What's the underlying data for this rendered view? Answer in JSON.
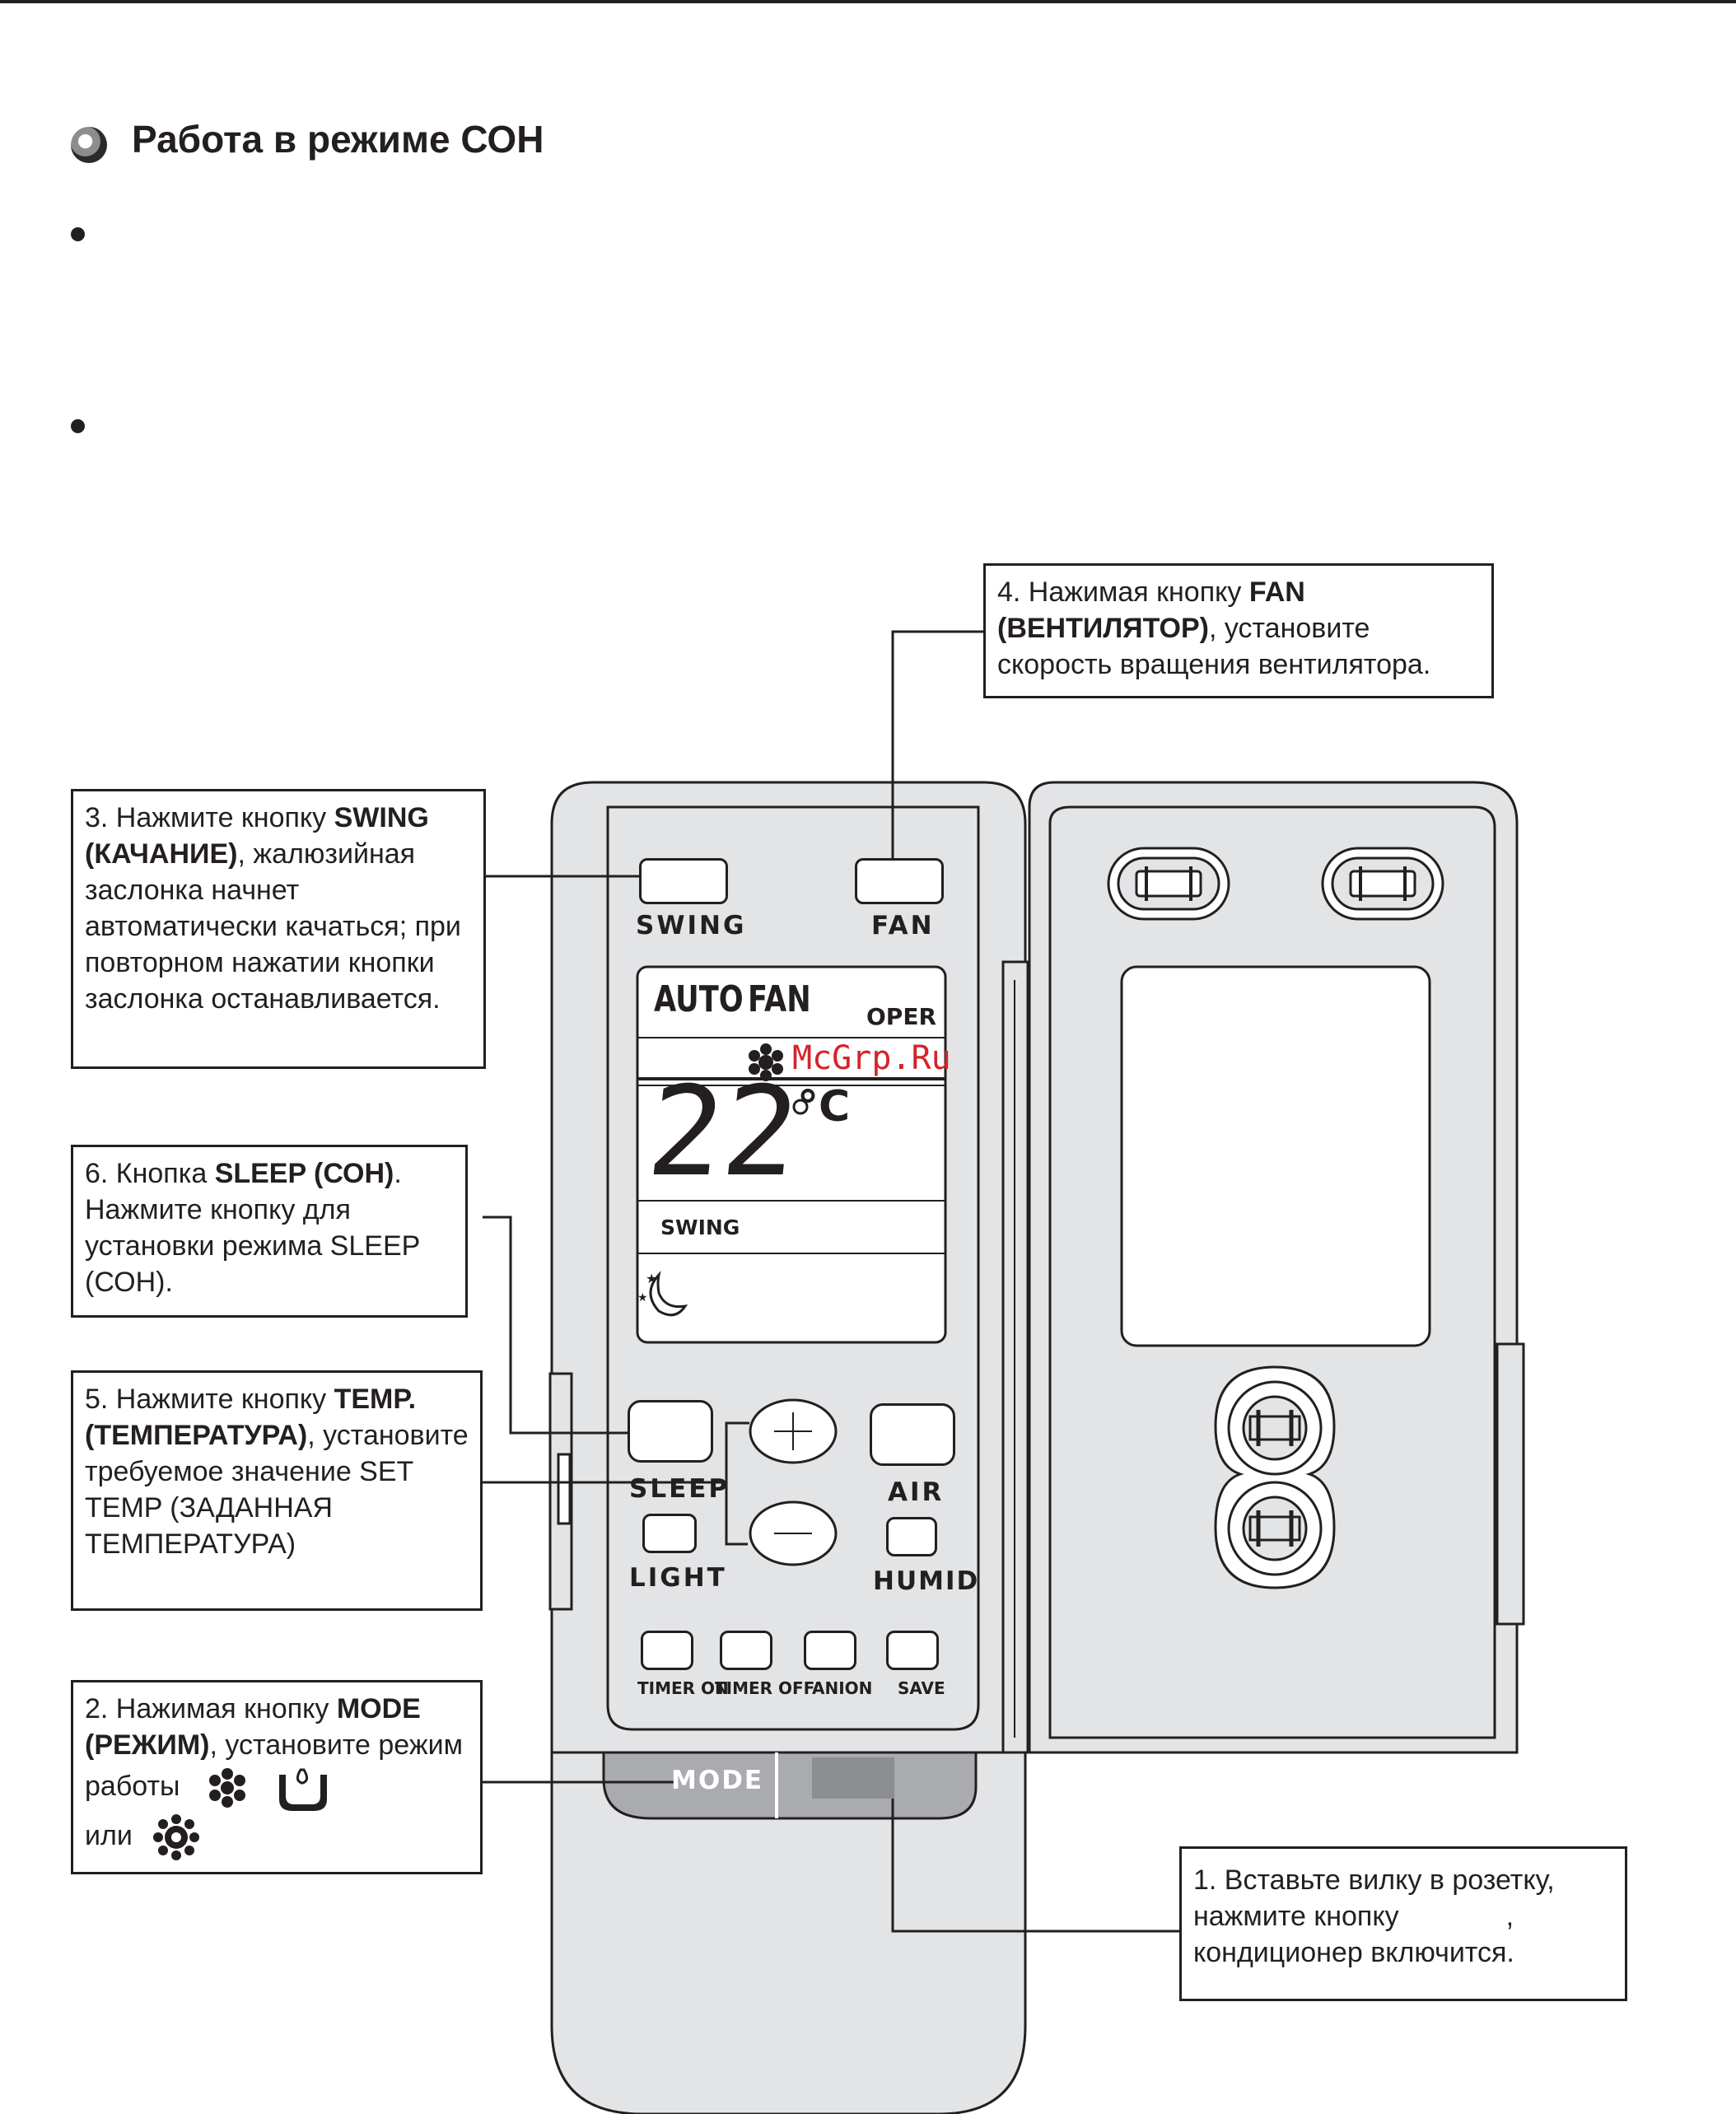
{
  "section": {
    "title": "Работа в режиме СОН"
  },
  "callouts": {
    "c4": {
      "prefix": "4. Нажимая кнопку ",
      "bold": "FAN (ВЕНТИЛЯТОР)",
      "suffix": ", установите скорость вращения вентилятора."
    },
    "c3": {
      "prefix": "3. Нажмите кнопку ",
      "bold": "SWING (КАЧАНИЕ)",
      "suffix": ", жалюзийная заслонка начнет автоматически качаться; при повторном нажатии кнопки заслонка останавливается."
    },
    "c6": {
      "prefix": "6. Кнопка ",
      "bold": "SLEEP (СОН)",
      "suffix": ". Нажмите кнопку для установки режима SLEEP (СОН)."
    },
    "c5": {
      "prefix": "5.  Нажмите кнопку ",
      "bold": "TEMP. (ТЕМПЕРАТУРА)",
      "suffix": ", установите требуемое значение SET TEMP (ЗАДАННАЯ ТЕМПЕРАТУРА)"
    },
    "c2": {
      "prefix": "2. Нажимая кнопку ",
      "bold": "MODE (РЕЖИМ)",
      "suffix": ", установите режим работы",
      "or": "или"
    },
    "c1": {
      "line1": "1.  Вставьте вилку в розетку,",
      "line2": "нажмите кнопку",
      "comma": ",",
      "line3": "кондиционер включится."
    }
  },
  "remote": {
    "swing_label": "SWING",
    "fan_label": "FAN",
    "lcd": {
      "mode": "AUTO",
      "fan": "FAN",
      "oper": "OPER",
      "temperature": "22",
      "unit": "°C",
      "swing": "SWING"
    },
    "sleep_label": "SLEEP",
    "air_label": "AIR",
    "light_label": "LIGHT",
    "humid_label": "HUMID",
    "timer_on_label": "TIMER ON",
    "timer_off_label": "TIMER OFF",
    "anion_label": "ANION",
    "save_label": "SAVE",
    "mode_label": "MODE"
  },
  "watermark": "McGrp.Ru",
  "colors": {
    "remote_body": "#e3e4e6",
    "mode_strip": "#a9abae",
    "ink": "#231f20",
    "watermark": "#d4242a"
  }
}
